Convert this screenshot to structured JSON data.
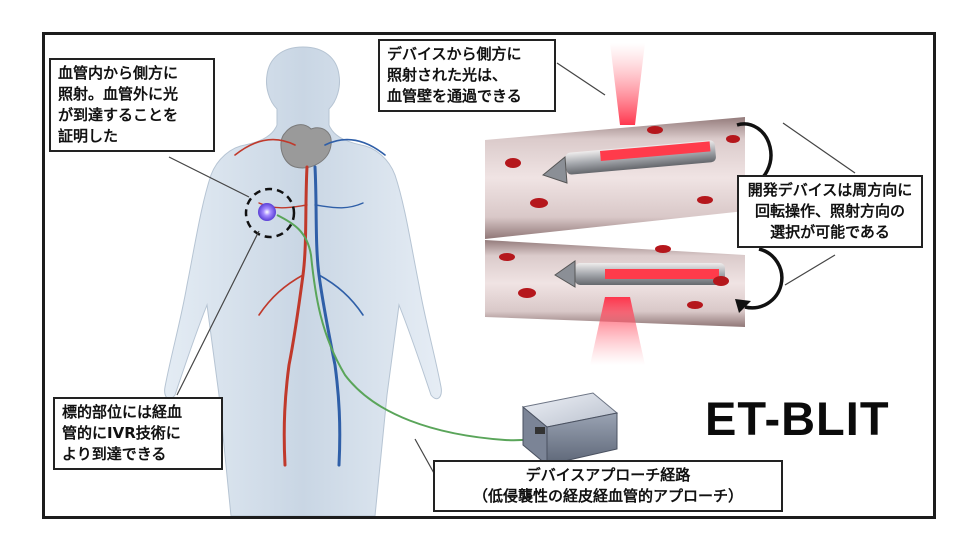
{
  "colors": {
    "frame": "#1c1c1c",
    "vessel_wall": "#b9a6a6",
    "blood_cell": "#b5171c",
    "laser": "#ff3b4b",
    "fiber": "#5aa55a",
    "body": "#cbd9e6",
    "target": "#7a5cff"
  },
  "callouts": {
    "proof": [
      "血管内から側方に",
      "照射。血管外に光",
      "が到達することを",
      "証明した"
    ],
    "transmit": [
      "デバイスから側方に",
      "照射された光は、",
      "血管壁を通過できる"
    ],
    "rotate": [
      "開発デバイスは周方向に",
      "回転操作、照射方向の",
      "選択が可能である"
    ],
    "target": [
      "標的部位には経血",
      "管的にIVR技術に",
      "より到達できる"
    ],
    "route": [
      "デバイスアプローチ経路",
      "（低侵襲性の経皮経血管的アプローチ）"
    ]
  },
  "logo": "ET-BLIT"
}
